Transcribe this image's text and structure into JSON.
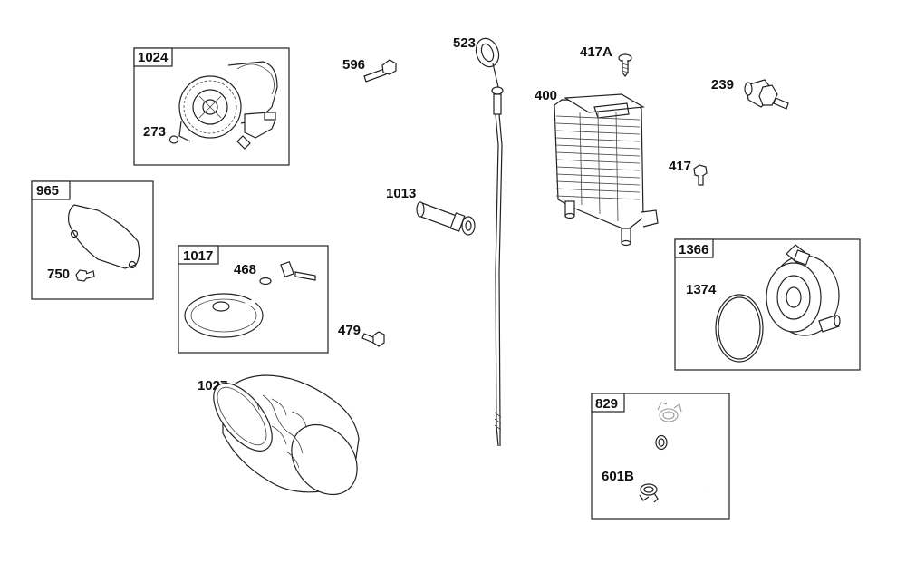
{
  "groups": [
    {
      "id": "1024"
    },
    {
      "id": "965"
    },
    {
      "id": "1017"
    },
    {
      "id": "1366"
    },
    {
      "id": "829"
    }
  ],
  "parts": [
    {
      "id": "273"
    },
    {
      "id": "750"
    },
    {
      "id": "468"
    },
    {
      "id": "596"
    },
    {
      "id": "523"
    },
    {
      "id": "1013"
    },
    {
      "id": "479"
    },
    {
      "id": "1027"
    },
    {
      "id": "417A"
    },
    {
      "id": "400"
    },
    {
      "id": "239"
    },
    {
      "id": "417"
    },
    {
      "id": "1374"
    },
    {
      "id": "601B"
    }
  ]
}
